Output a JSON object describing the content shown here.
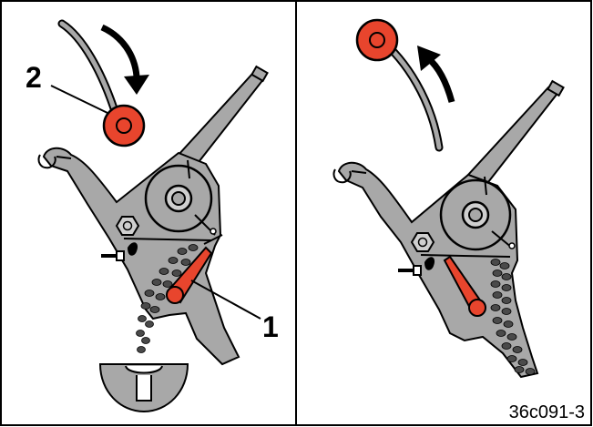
{
  "figure": {
    "callout_1": "1",
    "callout_2": "2",
    "figure_code": "36c091-3"
  },
  "colors": {
    "metal": "#a8a8a8",
    "outline": "#000000",
    "red": "#e8452d",
    "grain": "#4a4a4a",
    "background": "#ffffff"
  },
  "icons": {
    "rotate_cw": "curved-arrow-clockwise-icon",
    "rotate_ccw": "curved-arrow-counterclockwise-icon"
  }
}
